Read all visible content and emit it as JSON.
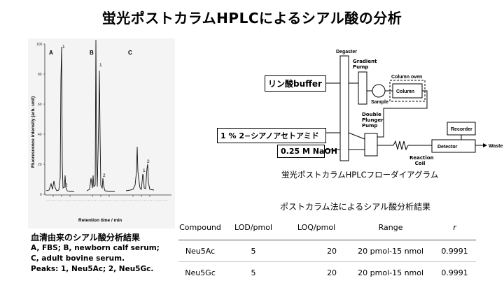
{
  "slide": {
    "title": "蛍光ポストカラムHPLCによるシアル酸の分析"
  },
  "chromatogram": {
    "ylabel": "Fluorescence intensity (arb. unit)",
    "xlabel": "Retention time / min",
    "yticks": [
      "100",
      "80",
      "60",
      "40",
      "20",
      "0"
    ],
    "panels": [
      {
        "label": "A",
        "peaks": [
          "1",
          "2"
        ]
      },
      {
        "label": "B",
        "peaks": [
          "1",
          "2"
        ]
      },
      {
        "label": "C",
        "peaks": [
          "1",
          "2"
        ]
      }
    ],
    "caption": {
      "title": "血清由来のシアル酸分析結果",
      "line1": "A, FBS; B, newborn calf serum;",
      "line2": "C, adult bovine serum.",
      "line3": "Peaks: 1, Neu5Ac; 2, Neu5Gc."
    }
  },
  "flow": {
    "degaster": "Degaster",
    "gradient_pump": "Gradient Pump",
    "column_oven": "Column oven",
    "column": "Column",
    "sample": "Sample",
    "reagent1": "リン酸buffer",
    "reagent2": "1 % 2−シアノアセトアミド",
    "reagent3": "0.25 M NaOH",
    "double_plunger": "Double Plunger Pump",
    "recorder": "Recorder",
    "detector": "Detector",
    "reaction_coil": "Reaction Coil",
    "waste": "Waste",
    "caption": "蛍光ポストカラムHPLCフローダイアグラム"
  },
  "results": {
    "title": "ポストカラム法によるシアル酸分析結果",
    "headers": [
      "Compound",
      "LOD/pmol",
      "LOQ/pmol",
      "Range",
      "r"
    ],
    "rows": [
      [
        "Neu5Ac",
        "5",
        "20",
        "20 pmol-15 nmol",
        "0.9991"
      ],
      [
        "Neu5Gc",
        "5",
        "20",
        "20 pmol-15 nmol",
        "0.9991"
      ]
    ]
  }
}
